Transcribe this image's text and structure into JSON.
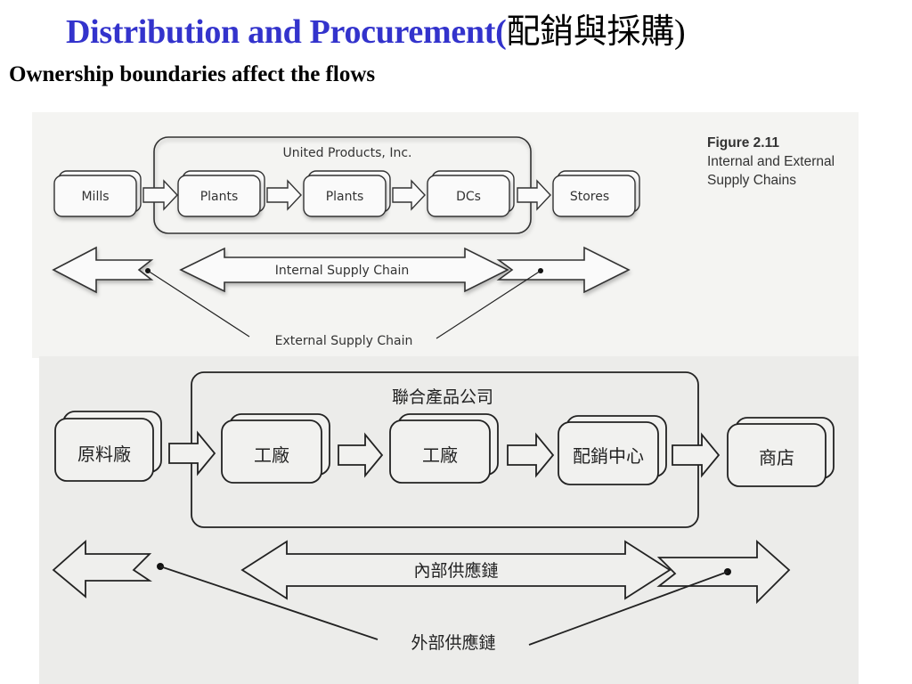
{
  "header": {
    "title_en": "Distribution and Procurement",
    "title_open_paren": "(",
    "title_zh": "配銷與採購",
    "title_close_paren": ")",
    "subtitle": "Ownership boundaries affect the flows"
  },
  "figure_en": {
    "company_label": "United Products, Inc.",
    "nodes": [
      "Mills",
      "Plants",
      "Plants",
      "DCs",
      "Stores"
    ],
    "internal_chain_label": "Internal Supply Chain",
    "external_chain_label": "External Supply Chain",
    "caption": {
      "figure_number": "Figure 2.11",
      "description": "Internal and External Supply Chains"
    }
  },
  "figure_zh": {
    "company_label": "聯合產品公司",
    "nodes": [
      "原料廠",
      "工廠",
      "工廠",
      "配銷中心",
      "商店"
    ],
    "internal_chain_label": "內部供應鏈",
    "external_chain_label": "外部供應鏈"
  },
  "colors": {
    "title_blue": "#3333cc",
    "ink": "#222222",
    "panel_en": "#f4f4f2",
    "panel_zh": "#ececea"
  }
}
